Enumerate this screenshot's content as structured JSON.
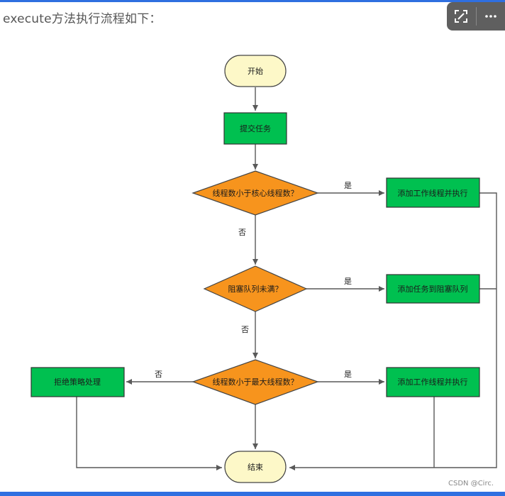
{
  "heading": "execute方法执行流程如下：",
  "watermark": "CSDN @Circ.",
  "toolbar": {
    "expand_icon": "expand-icon",
    "more_icon": "more-icon"
  },
  "colors": {
    "start_end_fill": "#fdf8c8",
    "process_fill": "#00c050",
    "decision_fill": "#f7941d",
    "edge": "#595959"
  },
  "nodes": {
    "start": "开始",
    "submit": "提交任务",
    "decision_core": "线程数小于核心线程数？",
    "add_worker_1": "添加工作线程并执行",
    "decision_queue": "阻塞队列未满？",
    "add_to_queue": "添加任务到阻塞队列",
    "decision_max": "线程数小于最大线程数？",
    "add_worker_2": "添加工作线程并执行",
    "reject": "拒绝策略处理",
    "end": "结束"
  },
  "edges": {
    "yes_1": "是",
    "no_1": "否",
    "yes_2": "是",
    "no_2": "否",
    "yes_3": "是",
    "no_3": "否"
  }
}
